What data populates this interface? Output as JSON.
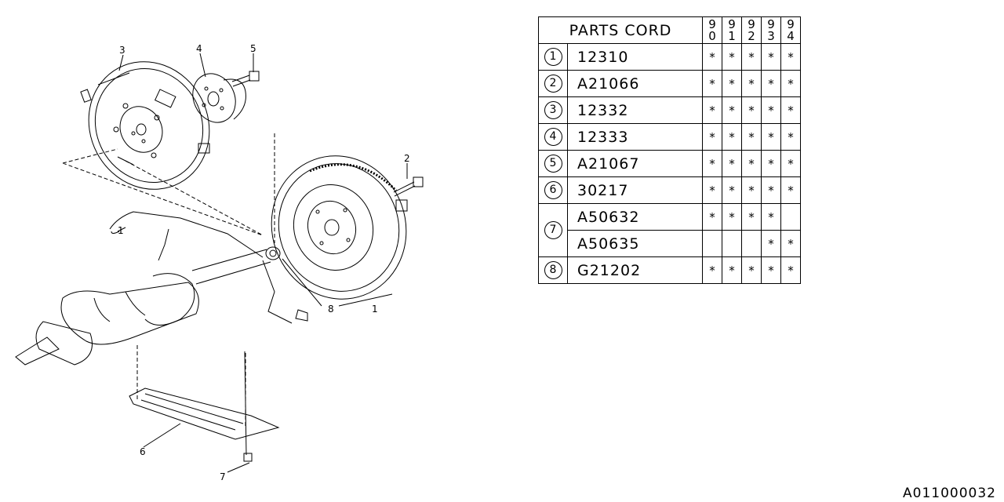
{
  "callouts": {
    "c1a": "1",
    "c1b": "1",
    "c2": "2",
    "c3": "3",
    "c4": "4",
    "c5": "5",
    "c6": "6",
    "c7": "7",
    "c8": "8"
  },
  "table": {
    "header_title": "PARTS CORD",
    "years": [
      {
        "d1": "9",
        "d2": "0"
      },
      {
        "d1": "9",
        "d2": "1"
      },
      {
        "d1": "9",
        "d2": "2"
      },
      {
        "d1": "9",
        "d2": "3"
      },
      {
        "d1": "9",
        "d2": "4"
      }
    ],
    "rows": [
      {
        "ref": "1",
        "part": "12310",
        "marks": [
          "*",
          "*",
          "*",
          "*",
          "*"
        ]
      },
      {
        "ref": "2",
        "part": "A21066",
        "marks": [
          "*",
          "*",
          "*",
          "*",
          "*"
        ]
      },
      {
        "ref": "3",
        "part": "12332",
        "marks": [
          "*",
          "*",
          "*",
          "*",
          "*"
        ]
      },
      {
        "ref": "4",
        "part": "12333",
        "marks": [
          "*",
          "*",
          "*",
          "*",
          "*"
        ]
      },
      {
        "ref": "5",
        "part": "A21067",
        "marks": [
          "*",
          "*",
          "*",
          "*",
          "*"
        ]
      },
      {
        "ref": "6",
        "part": "30217",
        "marks": [
          "*",
          "*",
          "*",
          "*",
          "*"
        ]
      },
      {
        "ref": "7",
        "part": "A50632",
        "marks": [
          "*",
          "*",
          "*",
          "*",
          ""
        ]
      },
      {
        "ref": "",
        "part": "A50635",
        "marks": [
          "",
          "",
          "",
          "*",
          "*"
        ]
      },
      {
        "ref": "8",
        "part": "G21202",
        "marks": [
          "*",
          "*",
          "*",
          "*",
          "*"
        ]
      }
    ]
  },
  "catalog_code": "A011000032"
}
